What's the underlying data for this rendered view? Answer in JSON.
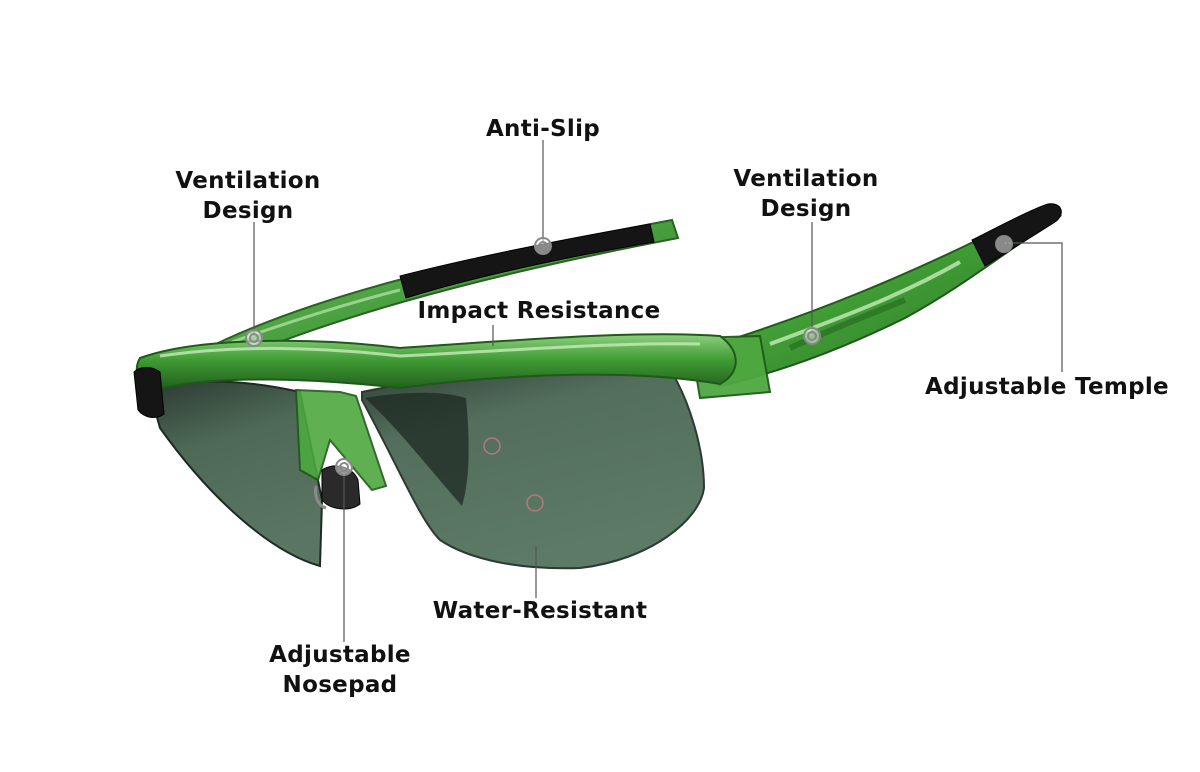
{
  "colors": {
    "frame": "#3f9a34",
    "frame_dark": "#1f5a1a",
    "frame_light": "#8ed07e",
    "lens": "#536f5c",
    "lens_dark": "#2c3a32",
    "rubber": "#151515",
    "leader_line": "#555555",
    "label_text": "#111111"
  },
  "callouts": [
    {
      "id": "ventilation-design-left",
      "lines": [
        "Ventilation",
        "Design"
      ]
    },
    {
      "id": "anti-slip",
      "lines": [
        "Anti-Slip"
      ]
    },
    {
      "id": "ventilation-design-right",
      "lines": [
        "Ventilation",
        "Design"
      ]
    },
    {
      "id": "impact-resistance",
      "lines": [
        "Impact Resistance"
      ]
    },
    {
      "id": "adjustable-temple",
      "lines": [
        "Adjustable Temple"
      ]
    },
    {
      "id": "water-resistant",
      "lines": [
        "Water-Resistant"
      ]
    },
    {
      "id": "adjustable-nosepad",
      "lines": [
        "Adjustable",
        "Nosepad"
      ]
    }
  ]
}
